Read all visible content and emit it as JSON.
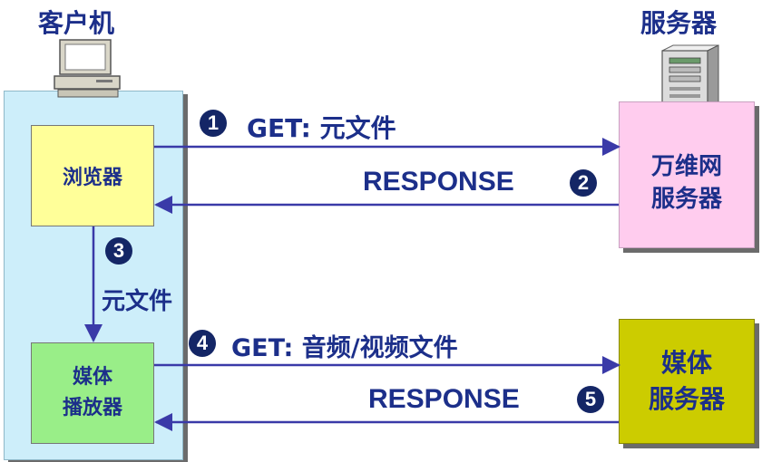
{
  "client": {
    "title": "客户机"
  },
  "server": {
    "title": "服务器"
  },
  "browser": {
    "label": "浏览器"
  },
  "media_player": {
    "line1": "媒体",
    "line2": "播放器"
  },
  "web_server": {
    "line1": "万维网",
    "line2": "服务器"
  },
  "media_server": {
    "line1": "媒体",
    "line2": "服务器"
  },
  "steps": [
    {
      "num": "1",
      "text": "GET: 元文件"
    },
    {
      "num": "2",
      "text": "RESPONSE"
    },
    {
      "num": "3",
      "text": "元文件"
    },
    {
      "num": "4",
      "text": "GET: 音频/视频文件"
    },
    {
      "num": "5",
      "text": "RESPONSE"
    }
  ],
  "colors": {
    "client_panel": "#cdeefa",
    "browser_box": "#ffff99",
    "player_box": "#99ee88",
    "web_server_box": "#ffccee",
    "media_server_box": "#cccc00",
    "arrow": "#3a3aa8",
    "text": "#1c2f8a"
  }
}
